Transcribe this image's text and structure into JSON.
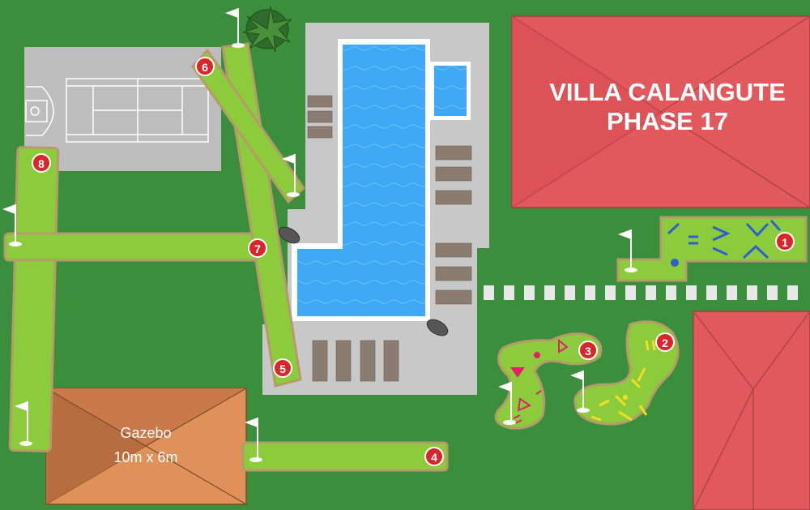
{
  "villa": {
    "line1": "VILLA CALANGUTE",
    "line2": "PHASE 17"
  },
  "gazebo": {
    "name": "Gazebo",
    "size": "10m x 6m"
  },
  "holes": [
    "1",
    "2",
    "3",
    "4",
    "5",
    "6",
    "7",
    "8"
  ],
  "colors": {
    "grass": "#3b8e3b",
    "fairway": "#8ccc3c",
    "fairway_edge": "#b69a6a",
    "pool": "#3fa9f5",
    "deck": "#c8c8c8",
    "roof_red": "#e2595d",
    "roof_orange": "#e0915a",
    "hole_marker": "#d9262b"
  }
}
